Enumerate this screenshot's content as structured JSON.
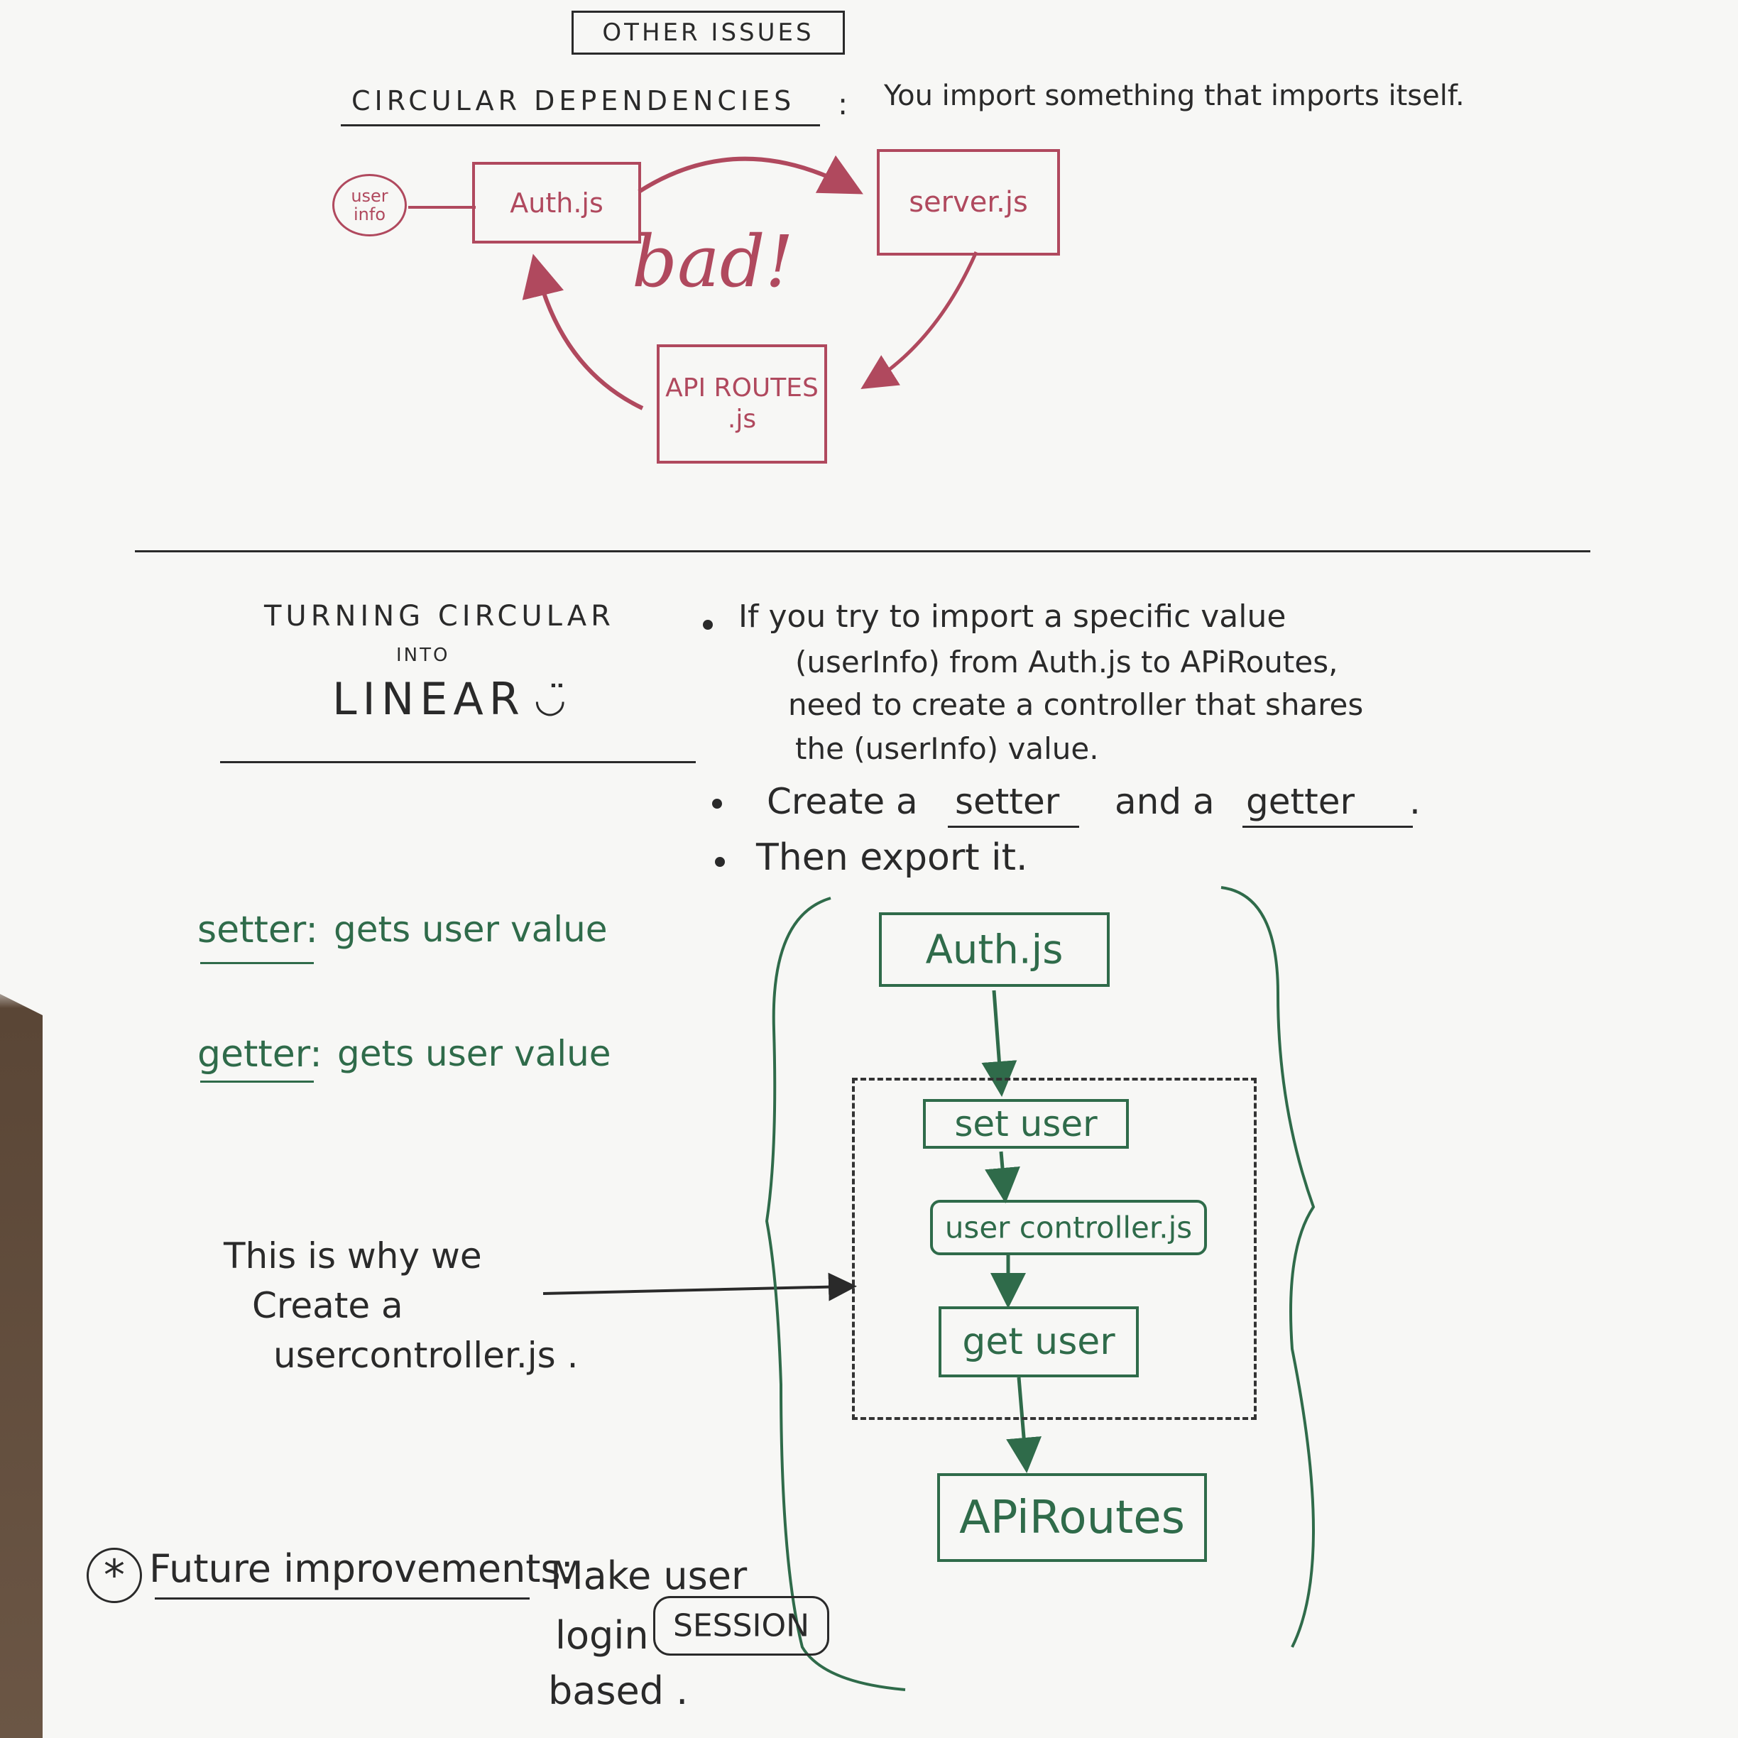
{
  "header": {
    "title": "OTHER ISSUES"
  },
  "circular": {
    "heading": "CIRCULAR DEPENDENCIES",
    "colon": ":",
    "definition": "You import something that imports itself.",
    "user_info_bubble": "user info",
    "node_auth": "Auth.js",
    "node_server": "server.js",
    "node_api": "API ROUTES .js",
    "bad_label": "bad!"
  },
  "linear": {
    "heading_line1": "TURNING CIRCULAR",
    "heading_into": "INTO",
    "heading_line2": "LINEAR",
    "smiley": "◡̈",
    "bullets": [
      "If you try to import a specific value",
      "(userInfo) from Auth.js to APiRoutes,",
      "need to create a controller that shares",
      "the (userInfo) value."
    ],
    "bullet2_prefix": "Create a",
    "bullet2_setter": "setter",
    "bullet2_mid": "and a",
    "bullet2_getter": "getter",
    "bullet2_end": ".",
    "bullet3": "Then export it."
  },
  "definitions": {
    "setter_term": "setter:",
    "setter_desc": "gets user value",
    "getter_term": "getter:",
    "getter_desc": "gets user value"
  },
  "flow": {
    "auth": "Auth.js",
    "set_user": "set user",
    "user_controller": "user controller.js",
    "get_user": "get user",
    "api_routes": "APiRoutes"
  },
  "note": {
    "line1": "This is why we",
    "line2": "Create a",
    "line3": "usercontroller.js ."
  },
  "future": {
    "star": "*",
    "label": "Future improvements:",
    "text1": "Make user",
    "text2": "login",
    "session": "SESSION",
    "text3": "based ."
  },
  "colors": {
    "red_ink": "#b0495e",
    "green_ink": "#2f6b4a",
    "black_ink": "#2a2a2a"
  }
}
